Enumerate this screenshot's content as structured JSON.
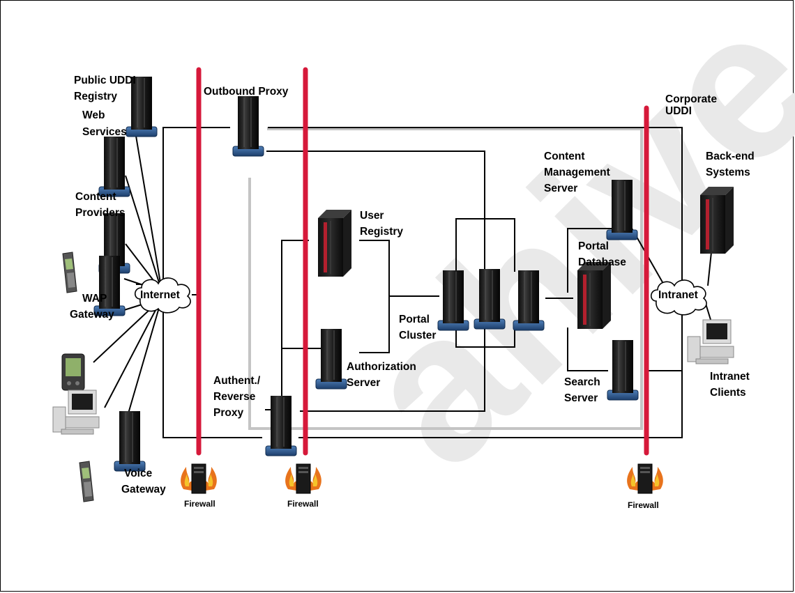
{
  "watermark": "ahive",
  "colors": {
    "firewall_line": "#d6193a",
    "server_base": "#2a5a92",
    "cable": "#000000"
  },
  "labels": {
    "public_uddi": [
      "Public UDDI",
      "Registry"
    ],
    "web_services": [
      "Web",
      "Services"
    ],
    "content_providers": [
      "Content",
      "Providers"
    ],
    "wap_gateway": [
      "WAP",
      "Gateway"
    ],
    "voice_gateway": [
      "Voice",
      "Gateway"
    ],
    "internet": "Internet",
    "outbound_proxy": "Outbound Proxy",
    "user_registry": [
      "User",
      "Registry"
    ],
    "authorization_server": [
      "Authorization",
      "Server"
    ],
    "auth_reverse_proxy": [
      "Authent./",
      "Reverse",
      "Proxy"
    ],
    "portal_cluster": [
      "Portal",
      "Cluster"
    ],
    "content_management": [
      "Content",
      "Management",
      "Server"
    ],
    "portal_database": [
      "Portal",
      "Database"
    ],
    "search_server": [
      "Search",
      "Server"
    ],
    "corporate_uddi": [
      "Corporate",
      "UDDI"
    ],
    "backend_systems": [
      "Back-end",
      "Systems"
    ],
    "intranet": "Intranet",
    "intranet_clients": [
      "Intranet",
      "Clients"
    ],
    "firewall_1": "Firewall",
    "firewall_2": "Firewall",
    "firewall_3": "Firewall"
  },
  "icons": [
    "tower-server",
    "mainframe",
    "cloud",
    "cell-phone",
    "pda",
    "desktop-pc",
    "firewall-flame"
  ]
}
